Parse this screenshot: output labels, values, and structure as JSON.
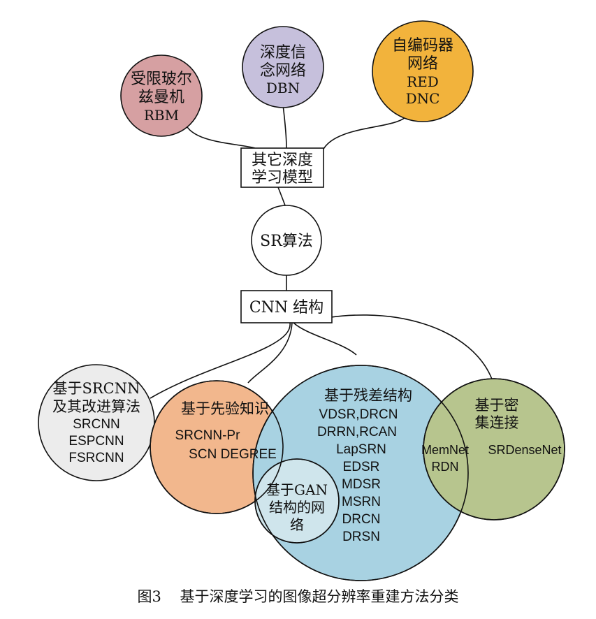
{
  "colors": {
    "rbm": "#d6a0a2",
    "dbn": "#c6c0dc",
    "autoencoder": "#f2b33c",
    "srcnn": "#ececec",
    "prior": "#f2b78d",
    "residual": "#a8d2e2",
    "dense": "#b7c58e",
    "gan": "#cfe5ec",
    "stroke": "#111111"
  },
  "nodes": {
    "rbm": {
      "lines": [
        "受限玻尔",
        "兹曼机",
        "RBM"
      ]
    },
    "dbn": {
      "lines": [
        "深度信",
        "念网络",
        "DBN"
      ]
    },
    "autoencoder": {
      "lines": [
        "自编码器",
        "网络",
        "RED",
        "DNC"
      ]
    },
    "other_models": {
      "lines": [
        "其它深度",
        "学习模型"
      ]
    },
    "sr_algorithm": {
      "label": "SR算法"
    },
    "cnn_structure": {
      "label": "CNN 结构"
    },
    "srcnn": {
      "lines": [
        "基于SRCNN",
        "及其改进算法",
        "SRCNN",
        "ESPCNN",
        "FSRCNN"
      ]
    },
    "prior": {
      "lines": [
        "基于先验知识",
        "SRCNN-Pr",
        "SCN DEGREE"
      ]
    },
    "residual": {
      "lines": [
        "基于残差结构",
        "VDSR,DRCN",
        "DRRN,RCAN",
        "LapSRN",
        "EDSR",
        "MDSR",
        "MSRN",
        "DRCN",
        "DRSN"
      ]
    },
    "dense": {
      "lines": [
        "基于密",
        "集连接",
        "MemNet",
        "RDN",
        "SRDenseNet"
      ]
    },
    "gan": {
      "lines": [
        "基于GAN",
        "结构的网",
        "络"
      ]
    }
  },
  "caption": {
    "figure": "图3",
    "text": "基于深度学习的图像超分辨率重建方法分类"
  }
}
